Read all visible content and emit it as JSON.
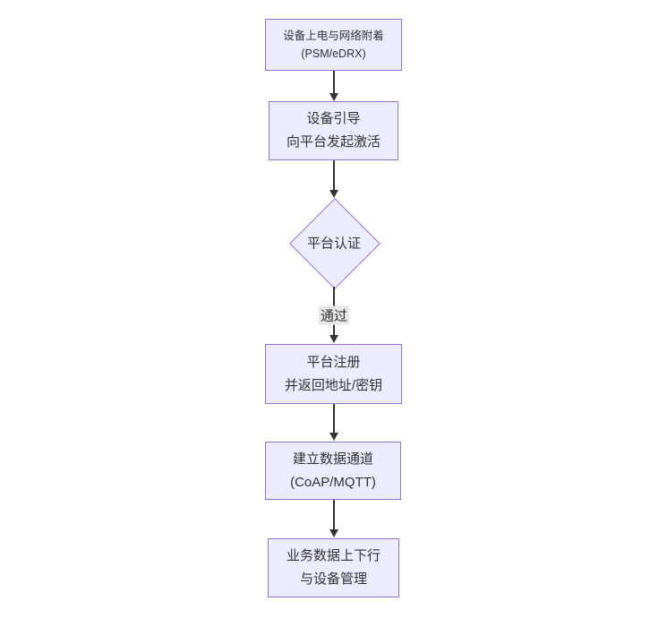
{
  "diagram": {
    "type": "flowchart-vertical",
    "colors": {
      "background": "#ffffff",
      "node_fill": "#ececff",
      "node_border": "#9370db",
      "arrow": "#333333",
      "text": "#333333",
      "edge_label_bg": "#e8e8e8"
    },
    "nodes": {
      "power": {
        "line1": "设备上电与网络附着",
        "line2": "(PSM/eDRX)"
      },
      "bootstrap": {
        "line1": "设备引导",
        "line2": "向平台发起激活"
      },
      "auth_decision": {
        "line1": "平台认证"
      },
      "register": {
        "line1": "平台注册",
        "line2": "并返回地址/密钥"
      },
      "channel": {
        "line1": "建立数据通道",
        "line2": "(CoAP/MQTT)"
      },
      "business": {
        "line1": "业务数据上下行",
        "line2": "与设备管理"
      }
    },
    "edge_labels": {
      "auth_pass": "通过"
    }
  }
}
